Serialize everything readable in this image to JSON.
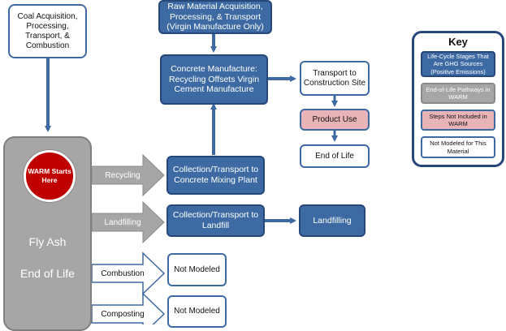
{
  "colors": {
    "ghg_blue": "#3d6aa3",
    "ghg_blue_border": "#26477a",
    "warm_gray": "#a6a6a6",
    "not_in_warm_pink": "#e8b4b8",
    "warm_red": "#c00000",
    "not_modeled_white": "#ffffff"
  },
  "nodes": {
    "coal": "Coal Acquisition, Processing, Transport, & Combustion",
    "raw_material": "Raw Material Acquisition, Processing, & Transport (Virgin Manufacture Only)",
    "concrete": "Concrete Manufacture: Recycling Offsets Virgin Cement Manufacture",
    "transport_construction": "Transport to Construction Site",
    "product_use": "Product Use",
    "end_of_life": "End of Life",
    "collection_concrete": "Collection/Transport to Concrete Mixing Plant",
    "collection_landfill": "Collection/Transport to Landfill",
    "landfilling": "Landfilling",
    "not_modeled_1": "Not Modeled",
    "not_modeled_2": "Not Modeled"
  },
  "pathways": {
    "recycling": "Recycling",
    "landfilling": "Landfilling",
    "combustion": "Combustion",
    "composting": "Composting"
  },
  "panel": {
    "warm_start": "WARM Starts Here",
    "material": "Fly Ash",
    "stage": "End of Life"
  },
  "key": {
    "title": "Key",
    "ghg": "Life-Cycle Stages That Are GHG Sources (Positive Emissions)",
    "eol": "End-of-Life Pathways in WARM",
    "not_in_warm": "Steps Not Included in WARM",
    "not_modeled": "Not Modeled for This Material"
  }
}
